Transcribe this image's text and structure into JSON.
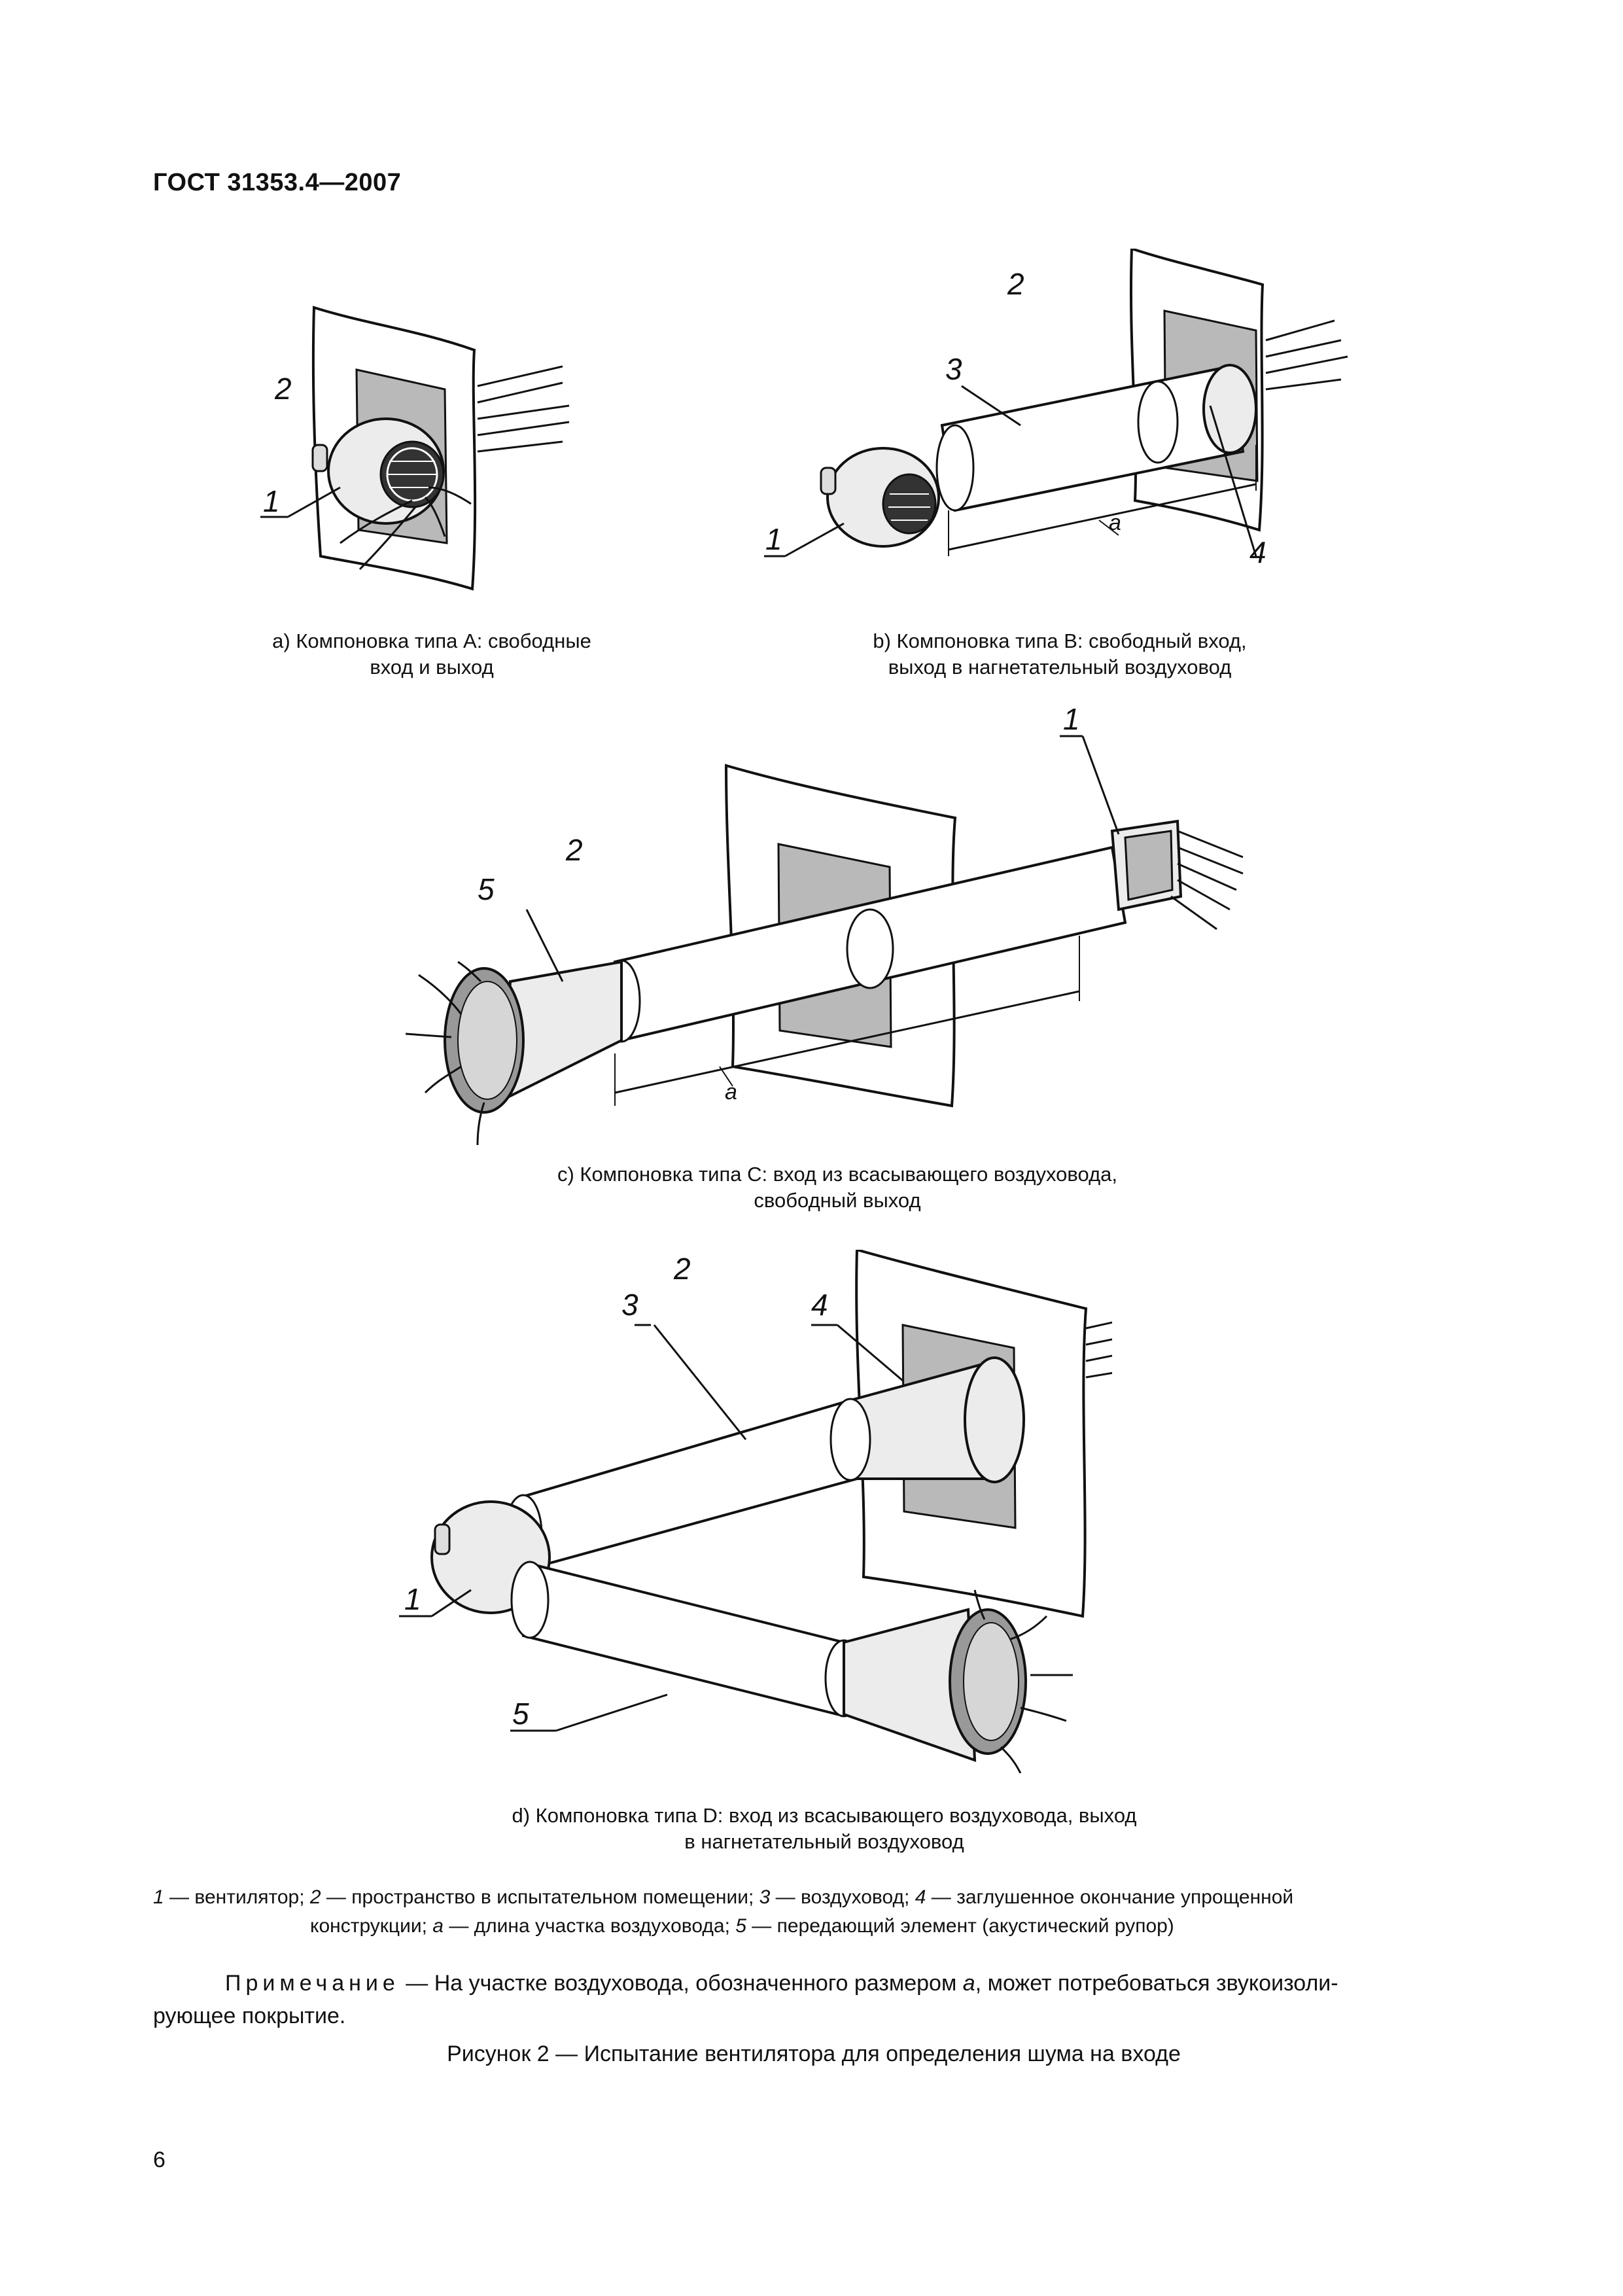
{
  "header": {
    "standard": "ГОСТ 31353.4—2007"
  },
  "figures": {
    "a": {
      "caption_line1": "а) Компоновка типа А: свободные",
      "caption_line2": "вход и выход",
      "labels": [
        "2",
        "1"
      ]
    },
    "b": {
      "caption_line1": "b) Компоновка типа В: свободный вход,",
      "caption_line2": "выход в нагнетательный воздуховод",
      "labels": [
        "2",
        "3",
        "1",
        "4",
        "а"
      ]
    },
    "c": {
      "caption_line1": "с) Компоновка типа С: вход из всасывающего воздуховода,",
      "caption_line2": "свободный выход",
      "labels": [
        "1",
        "2",
        "5",
        "а"
      ]
    },
    "d": {
      "caption_line1": "d) Компоновка типа D: вход из всасывающего воздуховода, выход",
      "caption_line2": "в нагнетательный воздуховод",
      "labels": [
        "2",
        "3",
        "4",
        "1",
        "5"
      ]
    }
  },
  "legend": {
    "n1": "1",
    "t1": " — вентилятор; ",
    "n2": "2",
    "t2": " — пространство в испытательном помещении; ",
    "n3": "3",
    "t3": " — воздуховод; ",
    "n4": "4",
    "t4": " — заглушенное окончание упрощенной",
    "t4b": "конструкции; ",
    "na": "а",
    "ta": " — длина участка воздуховода; ",
    "n5": "5",
    "t5": " — передающий элемент (акустический рупор)"
  },
  "note": {
    "prefix": "Примечание",
    "text1": " — На участке воздуховода, обозначенного размером ",
    "var": "а",
    "text2": ", может потребоваться звукоизоли-",
    "line2": "рующее покрытие."
  },
  "figure_title": "Рисунок 2 — Испытание вентилятора для определения шума на входе",
  "page_number": "6",
  "colors": {
    "ink": "#111111",
    "wall_inner": "#b9b9b9",
    "metal": "#e8e8e8"
  }
}
